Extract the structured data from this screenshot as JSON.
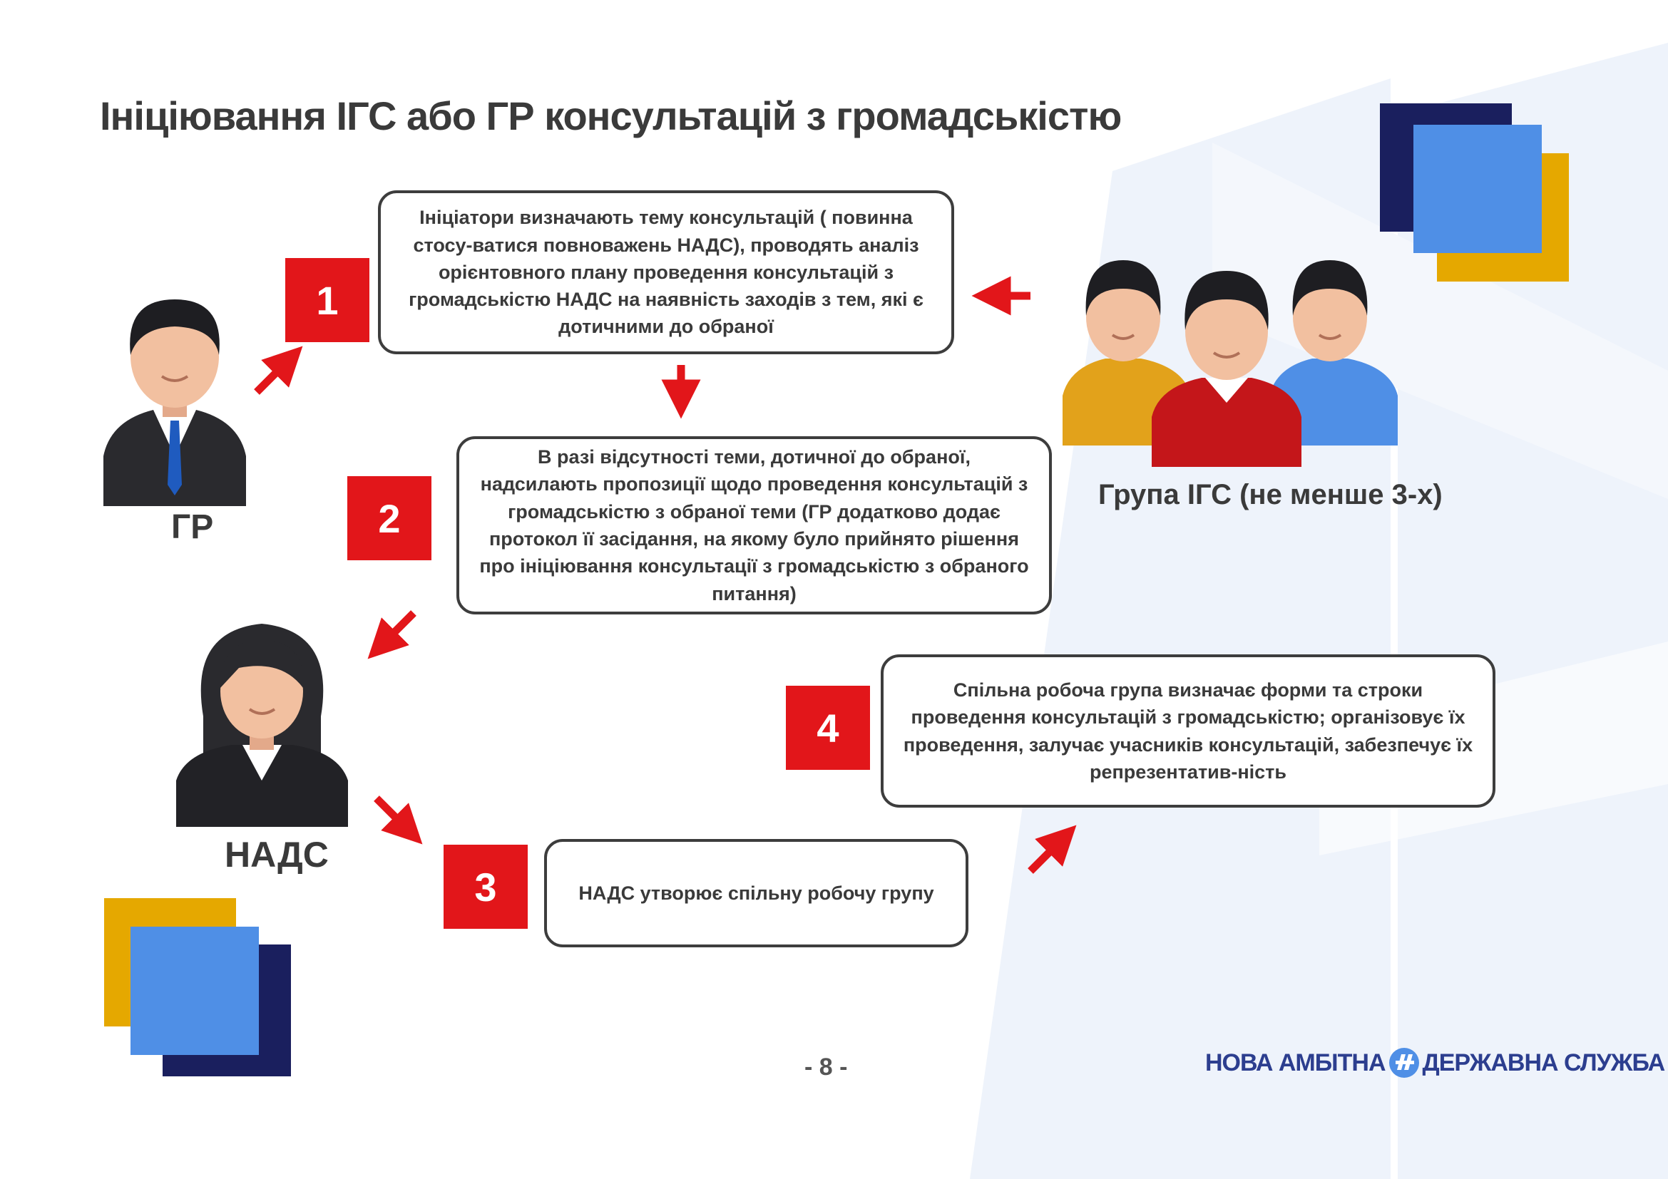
{
  "title": "Ініціювання ІГС або ГР консультацій з громадськістю",
  "actors": {
    "gr_label": "ГР",
    "igs_label": "Група ІГС (не менше 3-х)",
    "nads_label": "НАДС"
  },
  "steps": [
    {
      "number": "1",
      "text": "Ініціатори визначають тему консультацій ( повинна стосу-ватися повноважень НАДС), проводять аналіз орієнтовного плану проведення консультацій з громадськістю НАДС на наявність заходів з тем, які є дотичними до обраної"
    },
    {
      "number": "2",
      "text": "В разі відсутності теми, дотичної до обраної, надсилають пропозиції щодо проведення консультацій з громадськістю з обраної теми (ГР додатково додає протокол її засідання, на якому було прийнято рішення про ініціювання консультації з громадськістю з обраного питання)"
    },
    {
      "number": "3",
      "text": "НАДС утворює спільну робочу групу"
    },
    {
      "number": "4",
      "text": "Спільна робоча група визначає форми та строки проведення консультацій з громадськістю; організовує їх проведення, залучає учасників консультацій, забезпечує їх репрезентатив-ність"
    }
  ],
  "footer": {
    "page_number": "- 8 -",
    "logo_left": "НОВА АМБІТНА",
    "logo_right": "ДЕРЖАВНА СЛУЖБА"
  },
  "colors": {
    "accent_red": "#e2161a",
    "navy": "#1a1f5e",
    "blue": "#4f8fe6",
    "gold": "#e5a800",
    "watermark": "#eef3fb"
  },
  "icons": [
    "man-avatar-icon",
    "woman-avatar-icon",
    "group-avatar-icon",
    "arrow-icon",
    "logo-mark-icon"
  ]
}
